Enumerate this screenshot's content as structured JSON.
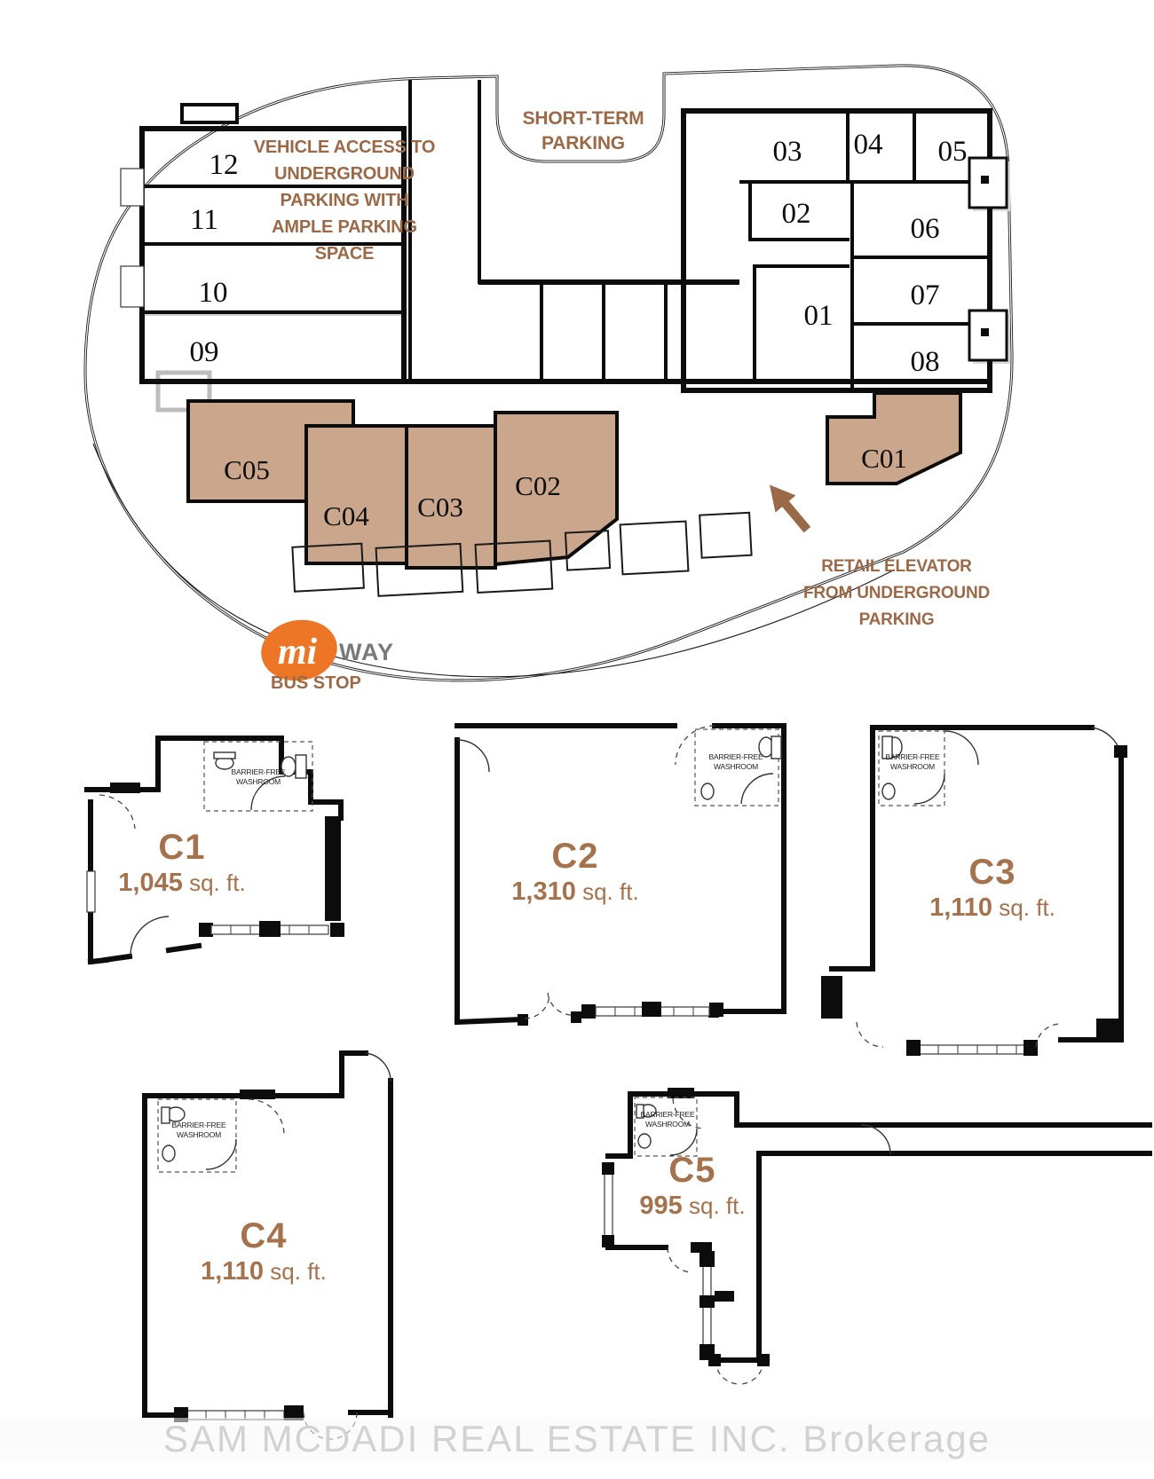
{
  "colors": {
    "annotation_brown": "#9a6a48",
    "unit_label_brown": "#a5724e",
    "retail_fill_tan": "#c9a68c",
    "wall_black": "#0c0c0c",
    "miway_orange": "#ec7625",
    "miway_gray": "#77797c",
    "watermark_gray": "#d2d2d2"
  },
  "site_plan": {
    "short_term_parking": [
      "SHORT-TERM",
      "PARKING"
    ],
    "vehicle_access": [
      "VEHICLE ACCESS TO",
      "UNDERGROUND",
      "PARKING WITH",
      "AMPLE PARKING",
      "SPACE"
    ],
    "retail_elevator": [
      "RETAIL ELEVATOR",
      "FROM UNDERGROUND",
      "PARKING"
    ],
    "miway": {
      "mi": "mi",
      "way": "WAY",
      "bus_stop": "BUS STOP"
    },
    "residential_units": [
      "01",
      "02",
      "03",
      "04",
      "05",
      "06",
      "07",
      "08",
      "09",
      "10",
      "11",
      "12"
    ],
    "retail_units": [
      "C01",
      "C02",
      "C03",
      "C04",
      "C05"
    ]
  },
  "unit_plans": [
    {
      "name": "C1",
      "area": "1,045",
      "suffix": " sq. ft.",
      "washroom_line1": "BARRIER-FREE",
      "washroom_line2": "WASHROOM"
    },
    {
      "name": "C2",
      "area": "1,310",
      "suffix": " sq. ft.",
      "washroom_line1": "BARRIER-FREE",
      "washroom_line2": "WASHROOM"
    },
    {
      "name": "C3",
      "area": "1,110",
      "suffix": " sq. ft.",
      "washroom_line1": "BARRIER-FREE",
      "washroom_line2": "WASHROOM"
    },
    {
      "name": "C4",
      "area": "1,110",
      "suffix": " sq. ft.",
      "washroom_line1": "BARRIER-FREE",
      "washroom_line2": "WASHROOM"
    },
    {
      "name": "C5",
      "area": "995",
      "suffix": " sq. ft.",
      "washroom_line1": "BARRIER-FREE",
      "washroom_line2": "WASHROOM"
    }
  ],
  "watermark": {
    "text": "SAM MCDADI REAL ESTATE INC.  Brokerage"
  }
}
